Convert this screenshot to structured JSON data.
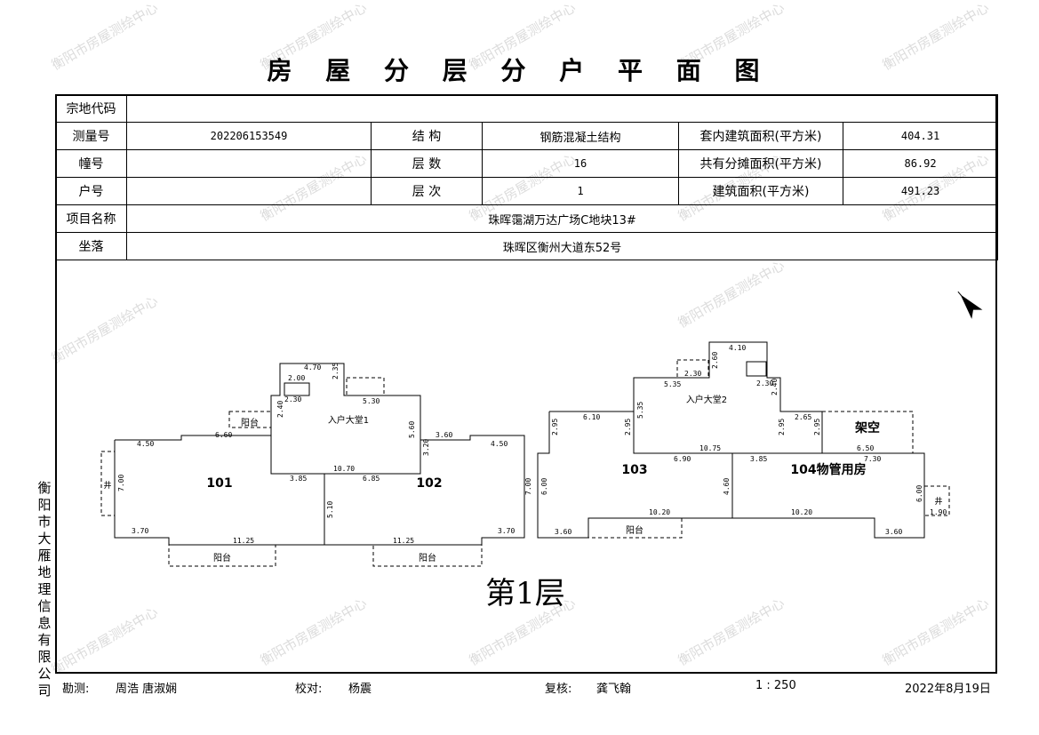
{
  "title": "房 屋 分 层 分 户 平 面 图",
  "watermark": "衡阳市房屋测绘中心",
  "info": {
    "parcel_code_label": "宗地代码",
    "parcel_code": "",
    "survey_no_label": "测量号",
    "survey_no": "202206153549",
    "structure_label": "结 构",
    "structure": "钢筋混凝土结构",
    "inner_area_label": "套内建筑面积(平方米)",
    "inner_area": "404.31",
    "building_no_label": "幢号",
    "building_no": "",
    "floors_label": "层 数",
    "floors": "16",
    "shared_area_label": "共有分摊面积(平方米)",
    "shared_area": "86.92",
    "unit_no_label": "户号",
    "unit_no": "",
    "floor_label": "层 次",
    "floor": "1",
    "total_area_label": "建筑面积(平方米)",
    "total_area": "491.23",
    "project_label": "项目名称",
    "project": "珠晖霭湖万达广场C地块13#",
    "location_label": "坐落",
    "location": "珠晖区衡州大道东52号"
  },
  "plan": {
    "floor_caption": "第1层",
    "rooms": [
      "101",
      "102",
      "103",
      "104物管用房",
      "架空"
    ],
    "labels": {
      "lobby1": "入户大堂1",
      "lobby2": "入户大堂2",
      "balcony": "阳台",
      "well": "井"
    },
    "dims": [
      "4.70",
      "2.00",
      "2.35",
      "5.30",
      "2.30",
      "2.40",
      "5.60",
      "3.20",
      "3.60",
      "4.50",
      "6.60",
      "4.50",
      "7.00",
      "3.70",
      "11.25",
      "10.70",
      "3.85",
      "6.85",
      "5.10",
      "11.25",
      "3.70",
      "7.00",
      "4.10",
      "2.60",
      "2.30",
      "5.35",
      "2.30",
      "2.40",
      "6.10",
      "5.35",
      "2.95",
      "2.95",
      "10.75",
      "2.95",
      "2.65",
      "2.95",
      "6.50",
      "7.30",
      "6.90",
      "3.85",
      "6.00",
      "4.60",
      "10.20",
      "10.20",
      "6.00",
      "3.60",
      "3.60",
      "1.90"
    ]
  },
  "side_company": "衡阳市大雁地理信息有限公司",
  "footer": {
    "survey_label": "勘测:",
    "surveyors": "周浩 唐淑娴",
    "check_label": "校对:",
    "checker": "杨震",
    "recheck_label": "复核:",
    "rechecker": "龚飞翰",
    "scale": "1 : 250",
    "date": "2022年8月19日"
  }
}
